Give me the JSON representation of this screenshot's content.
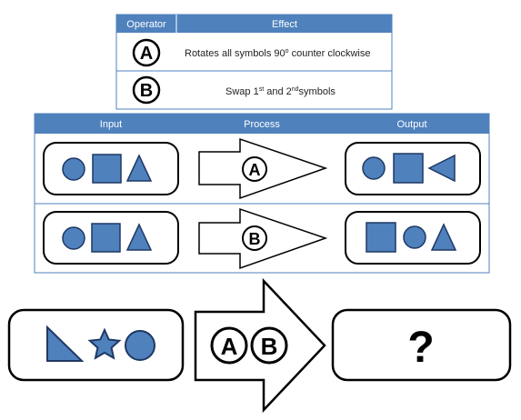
{
  "colors": {
    "header": "#4f81bd",
    "shape_fill": "#4f81bd",
    "shape_stroke": "#1f3864"
  },
  "legend": {
    "headers": {
      "operator": "Operator",
      "effect": "Effect"
    },
    "rows": [
      {
        "operator": "A",
        "effect_pre": "Rotates all symbols 90",
        "effect_sup": "o",
        "effect_post": " counter clockwise"
      },
      {
        "operator": "B",
        "effect_pre": "Swap 1",
        "effect_sup1": "st",
        "effect_mid": " and 2",
        "effect_sup2": "nd",
        "effect_post": "symbols"
      }
    ]
  },
  "examples": {
    "headers": {
      "input": "Input",
      "process": "Process",
      "output": "Output"
    },
    "rows": [
      {
        "input": [
          "circle",
          "square",
          "triangle"
        ],
        "process": "A",
        "output": [
          "circle",
          "square",
          "triangle-left"
        ]
      },
      {
        "input": [
          "circle",
          "square",
          "triangle"
        ],
        "process": "B",
        "output": [
          "square",
          "circle",
          "triangle"
        ]
      }
    ]
  },
  "puzzle": {
    "input": [
      "right-triangle",
      "star",
      "circle"
    ],
    "process": [
      "A",
      "B"
    ],
    "output": "?"
  }
}
